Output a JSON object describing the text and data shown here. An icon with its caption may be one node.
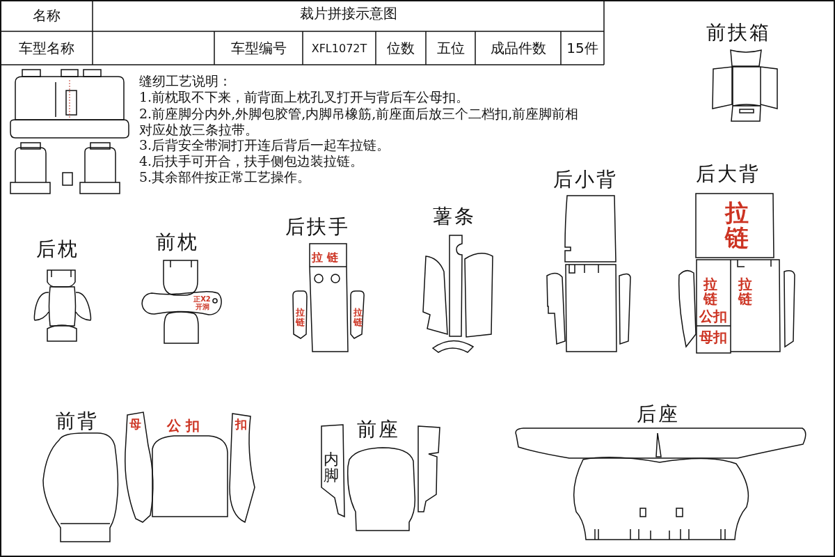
{
  "diagram": {
    "title": "裁片拼接示意图",
    "labels": [
      "名称",
      "车型名称",
      "车型编号",
      "XFL1072T",
      "位数",
      "五位",
      "成品件数",
      "15件",
      "前扶箱",
      "缝纫工艺说明：",
      "1.前枕取不下来，前背面上枕孔叉打开与背后车公母扣。",
      "2.前座脚分内外,外脚包胶管,内脚吊橡筋,前座面后放三个二档扣,前座脚前相对应处放三条拉带。",
      "3.后背安全带洞打开连后背后一起车拉链。",
      "4.后扶手可开合，扶手侧包边装拉链。",
      "5.其余部件按正常工艺操作。",
      "后小背",
      "后大背",
      "后枕",
      "前枕",
      "后扶手",
      "薯条",
      "拉 链",
      "正X2开洞",
      "拉链",
      "拉链",
      "拉链",
      "拉链",
      "拉链",
      "公扣",
      "母扣",
      "前背",
      "母",
      "公 扣",
      "扣",
      "前座",
      "内脚",
      "后座"
    ]
  }
}
